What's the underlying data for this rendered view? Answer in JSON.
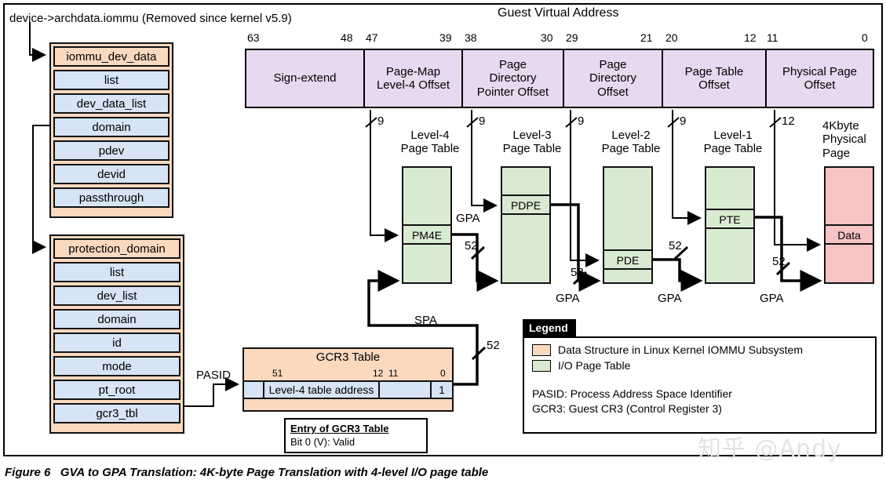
{
  "figure": {
    "caption": "Figure 6   GVA to GPA Translation: 4K-byte Page Translation with 4-level I/O page table",
    "watermark": "知乎 @Andy"
  },
  "top_note": "device->archdata.iommu (Removed since kernel v5.9)",
  "structs": [
    {
      "title": "iommu_dev_data",
      "fields": [
        "list",
        "dev_data_list",
        "domain",
        "pdev",
        "devid",
        "passthrough"
      ]
    },
    {
      "title": "protection_domain",
      "fields": [
        "list",
        "dev_list",
        "domain",
        "id",
        "mode",
        "pt_root",
        "gcr3_tbl"
      ]
    }
  ],
  "gva": {
    "title": "Guest Virtual Address",
    "fields": [
      {
        "label": "Sign-extend",
        "hi": "63",
        "lo": "48"
      },
      {
        "label": "Page-Map\nLevel-4 Offset",
        "hi": "47",
        "lo": "39"
      },
      {
        "label": "Page\nDirectory\nPointer Offset",
        "hi": "38",
        "lo": "30"
      },
      {
        "label": "Page\nDirectory\nOffset",
        "hi": "29",
        "lo": "21"
      },
      {
        "label": "Page Table\nOffset",
        "hi": "20",
        "lo": "12"
      },
      {
        "label": "Physical Page\nOffset",
        "hi": "11",
        "lo": "0"
      }
    ]
  },
  "bitwidths": {
    "l4": "9",
    "l3": "9",
    "l2": "9",
    "l1": "9",
    "page": "12"
  },
  "page_tables": [
    {
      "title": "Level-4\nPage Table",
      "entry": "PM4E"
    },
    {
      "title": "Level-3\nPage Table",
      "entry": "PDPE"
    },
    {
      "title": "Level-2\nPage Table",
      "entry": "PDE"
    },
    {
      "title": "Level-1\nPage Table",
      "entry": "PTE"
    }
  ],
  "physical_page": {
    "title": "4Kbyte\nPhysical\nPage",
    "entry": "Data"
  },
  "bus_labels": {
    "gpa": "GPA",
    "spa": "SPA",
    "width52": "52",
    "pasid": "PASID"
  },
  "gcr3": {
    "title": "GCR3 Table",
    "bits": [
      "51",
      "12",
      "11",
      "0"
    ],
    "address_label": "Level-4 table address",
    "valid_bit": "1",
    "entry_box": {
      "heading": "Entry of GCR3 Table",
      "line": "Bit 0 (V): Valid"
    }
  },
  "legend": {
    "tab": "Legend",
    "items": [
      {
        "color": "#fbd9bf",
        "label": "Data Structure in Linux Kernel IOMMU Subsystem"
      },
      {
        "color": "#d8ead1",
        "label": "I/O Page Table"
      }
    ],
    "notes": [
      "PASID: Process Address Space Identifier",
      "GCR3: Guest CR3 (Control Register 3)"
    ]
  },
  "colors": {
    "struct_header": "#fbd9bf",
    "struct_field": "#d6e4f5",
    "gva_field": "#e8d9f0",
    "page_table": "#d8ead1",
    "physical_page": "#f6c4c4",
    "stroke": "#111111"
  }
}
